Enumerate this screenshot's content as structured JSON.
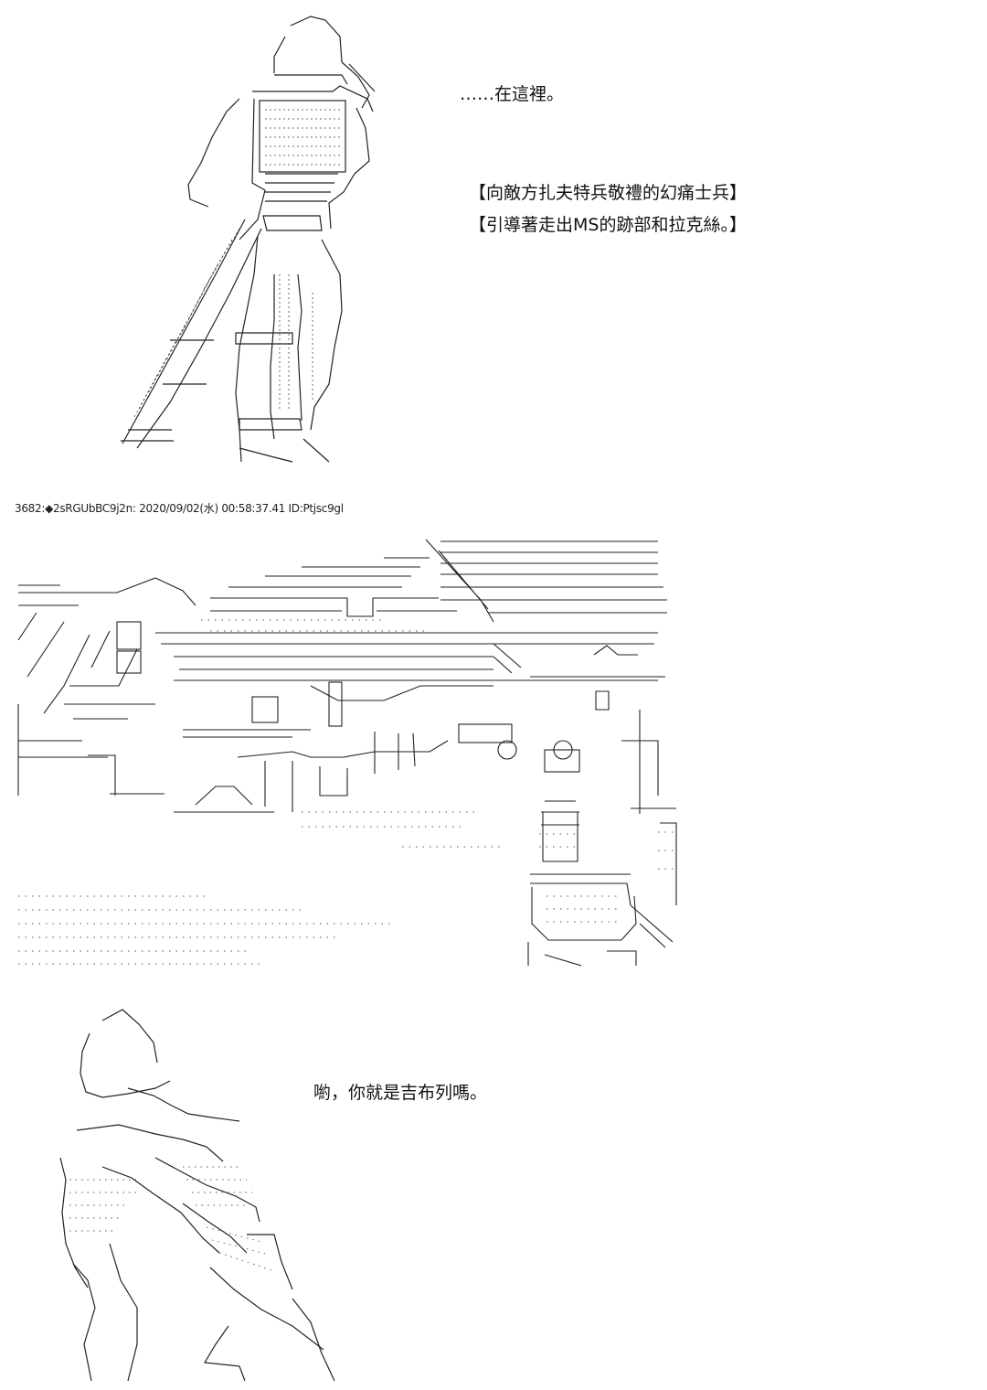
{
  "panel1": {
    "line1": "……在這裡。",
    "caption1": "【向敵方扎夫特兵敬禮的幻痛士兵】",
    "caption2": "【引導著走出MS的跡部和拉克絲。】"
  },
  "post_header": "3682:◆2sRGUbBC9j2n: 2020/09/02(水) 00:58:37.41 ID:Ptjsc9gl",
  "panel3": {
    "line1": "喲，你就是吉布列嗎。"
  },
  "colors": {
    "ink": "#111111",
    "background": "#ffffff"
  }
}
